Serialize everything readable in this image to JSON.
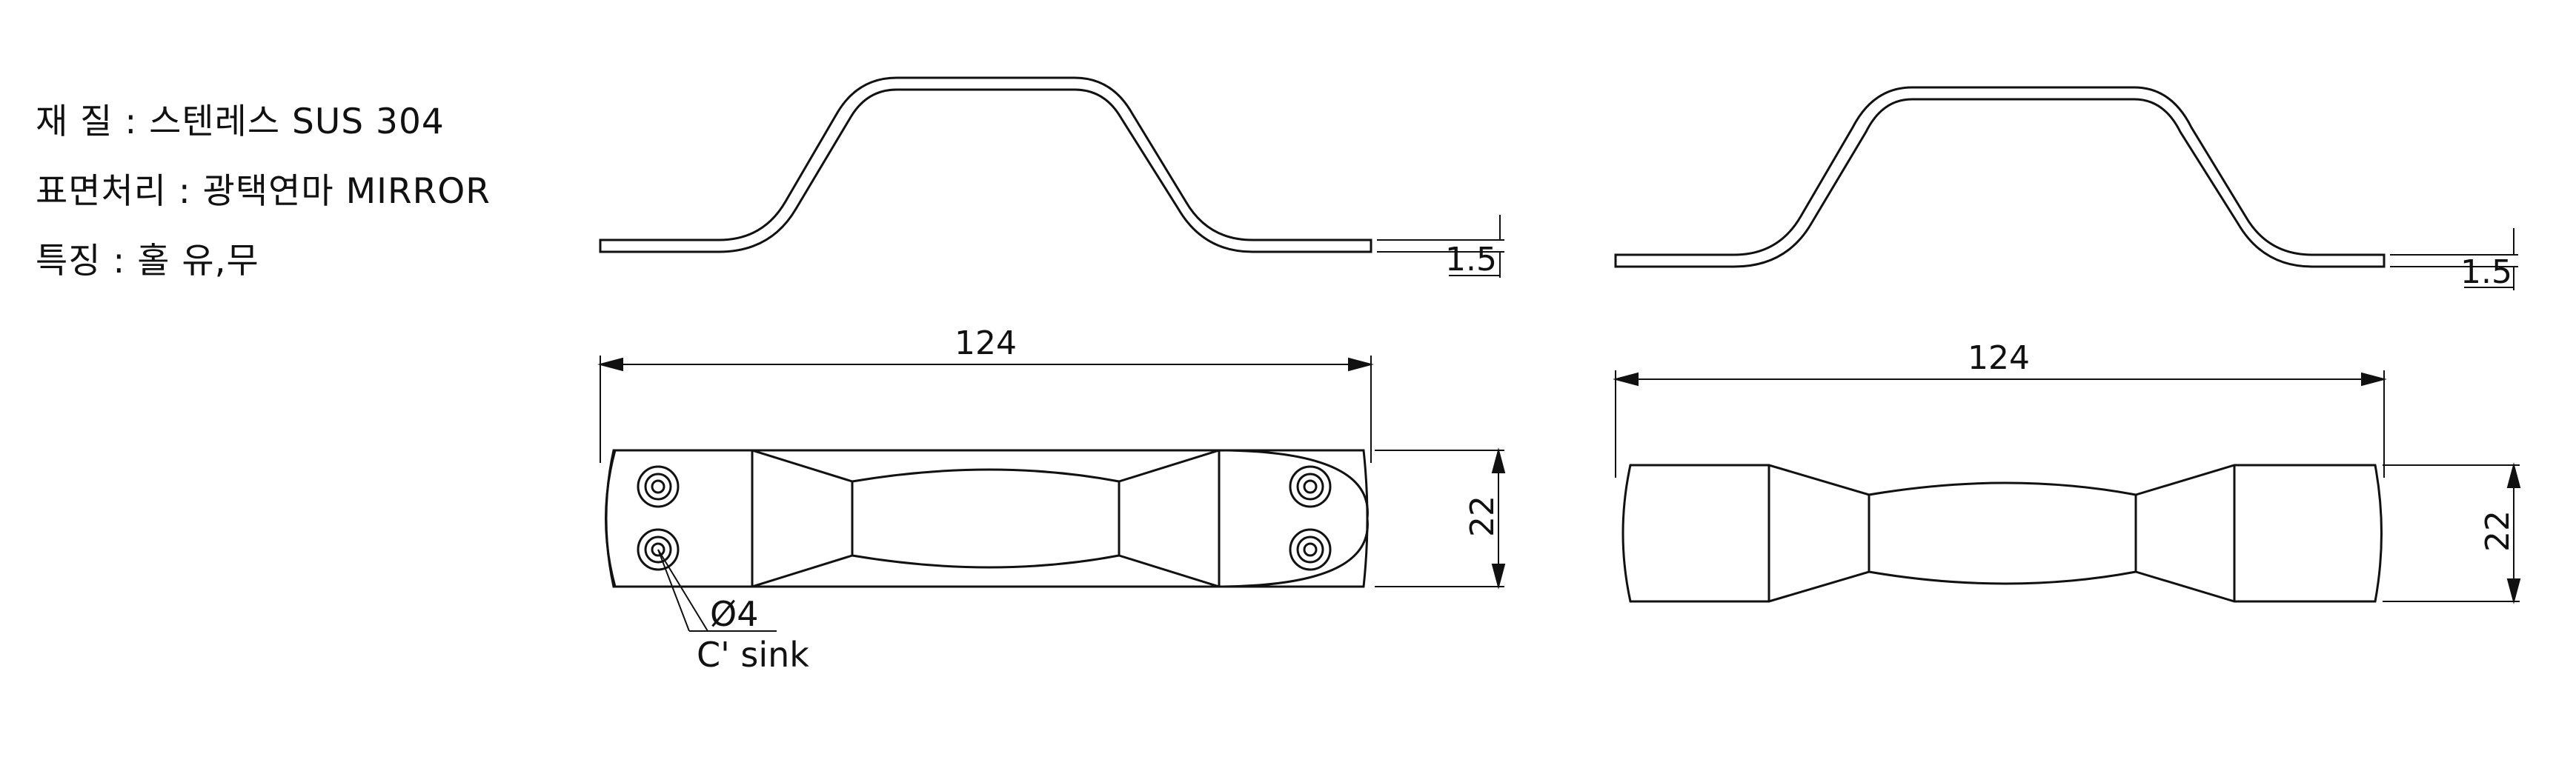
{
  "spec": {
    "material": "재 질 : 스텐레스 SUS 304",
    "finish": "표면처리 : 광택연마 MIRROR",
    "feature": "특징 : 홀 유,무"
  },
  "views": {
    "left": {
      "thickness": "1.5",
      "length": "124",
      "width": "22",
      "hole_dia": "Ø4",
      "hole_note": "C' sink"
    },
    "right": {
      "thickness": "1.5",
      "length": "124",
      "width": "22"
    }
  },
  "colors": {
    "line": "#111111",
    "background": "#ffffff"
  }
}
